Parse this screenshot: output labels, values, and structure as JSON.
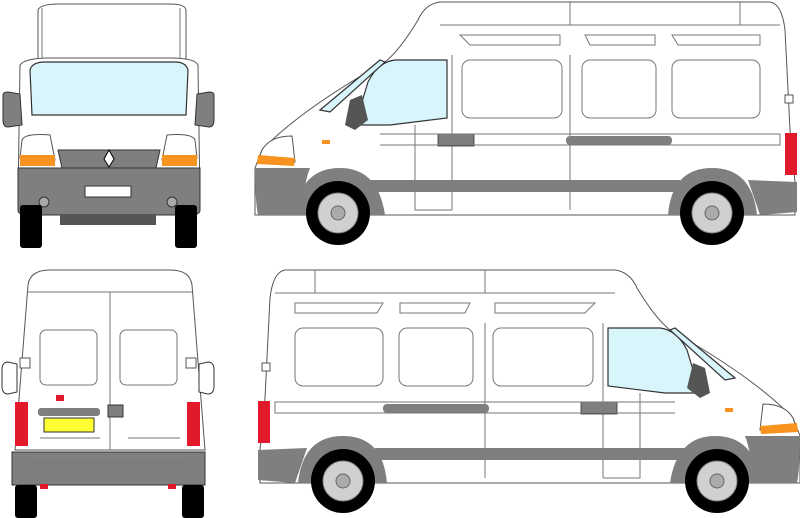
{
  "colors": {
    "body": "#ffffff",
    "glass": "#d9f5fc",
    "trim_grey": "#7f7f7f",
    "dark_grey": "#555555",
    "indicator_orange": "#f7931e",
    "tail_light_red": "#e0192b",
    "plate_yellow": "#ffff33",
    "tyre": "#000000"
  },
  "views": [
    {
      "id": "front"
    },
    {
      "id": "side-left-facing"
    },
    {
      "id": "rear"
    },
    {
      "id": "side-right-facing"
    }
  ],
  "icons": {
    "logo": "renault-diamond-icon"
  }
}
